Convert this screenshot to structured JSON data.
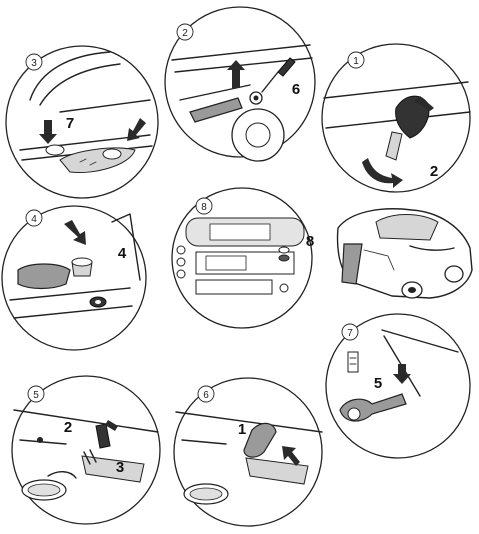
{
  "panels": [
    {
      "id": "1",
      "callouts": [
        "2"
      ]
    },
    {
      "id": "2",
      "callouts": [
        "6"
      ]
    },
    {
      "id": "3",
      "callouts": [
        "7"
      ]
    },
    {
      "id": "4",
      "callouts": [
        "4"
      ]
    },
    {
      "id": "5",
      "callouts": [
        "2",
        "3"
      ]
    },
    {
      "id": "6",
      "callouts": [
        "1"
      ]
    },
    {
      "id": "7",
      "callouts": [
        "5"
      ]
    },
    {
      "id": "8",
      "callouts": [
        "8"
      ]
    }
  ],
  "colors": {
    "line": "#222222",
    "fill_gray": "#9a9a9a",
    "fill_light": "#d6d6d6",
    "background": "#ffffff"
  },
  "icons": [
    "car-icon",
    "radio-unit-icon",
    "hand-icon",
    "rotation-arrow-icon"
  ]
}
